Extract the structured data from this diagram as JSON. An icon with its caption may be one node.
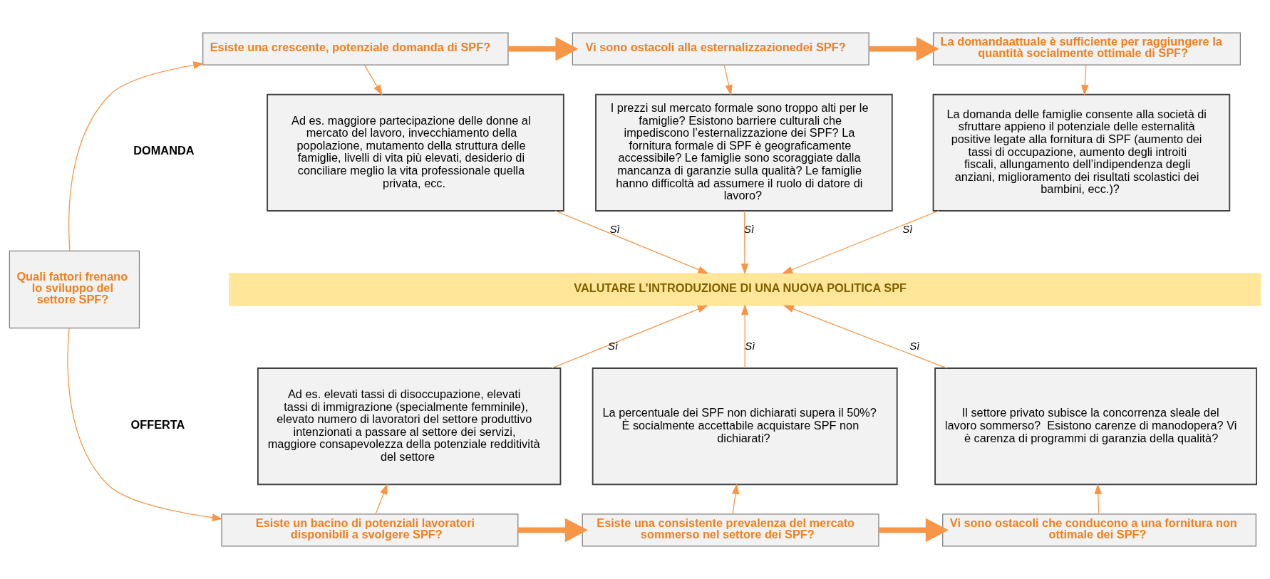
{
  "diagram": {
    "nodes": [
      {
        "text": [
          "Quali fattori frenano lo sviluppo del settore SPF?"
        ]
      },
      {
        "text": [
          "Esiste una crescente, potenziale domanda di SPF?"
        ]
      },
      {
        "text": [
          "Vi sono ostacoli alla esternalizzazionedei SPF?"
        ]
      },
      {
        "text": [
          "La domandaattuale è sufficiente per raggiungere la quantità socialmente ottimale di SPF?"
        ]
      },
      {
        "text": [
          "Ad es. maggiore partecipazione delle donne al mercato del lavoro, invecchiamento della popolazione, mutamento della struttura delle famiglie, livelli di vita più elevati, desiderio di conciliare meglio la vita professionale quella privata, ecc."
        ]
      },
      {
        "text": [
          "I prezzi sul mercato formale sono troppo alti per le famiglie? Esistono barriere culturali che impediscono l’esternalizzazione dei SPF? La fornitura formale di SPF è geograficamente accessibile? Le famiglie sono scoraggiate dalla mancanza di garanzie sulla qualità? Le famiglie hanno difficoltà ad assumere il ruolo di datore di lavoro?"
        ]
      },
      {
        "text": [
          "La domanda delle famiglie consente alla società di sfruttare appieno il potenziale delle esternalità positive legate alla fornitura di SPF (aumento dei tassi di occupazione, aumento degli introiti fiscali, allungamento dell’indipendenza degli anziani, miglioramento dei risultati scolastici dei bambini, ecc.)?"
        ]
      },
      {
        "text": [
          "VALUTARE L’INTRODUZIONE DI UNA NUOVA POLITICA SPF"
        ]
      },
      {
        "text": [
          "Ad es. elevati tassi di disoccupazione, elevati tassi di immigrazione (specialmente femminile), elevato numero di lavoratori del settore produttivo intenzionati a passare al settore dei servizi, maggiore consapevolezza della potenziale redditività del settore"
        ]
      },
      {
        "text": [
          "La percentuale dei SPF non dichiarati supera il 50%? È socialmente accettabile acquistare SPF non dichiarati?"
        ]
      },
      {
        "text": [
          "Il settore privato subisce la concorrenza sleale del lavoro sommerso?  Esistono carenze di manodopera? Vi è carenza di programmi di garanzia della qualità?"
        ]
      },
      {
        "text": [
          "Esiste un bacino di potenziali lavoratori disponibili a svolgere SPF?"
        ]
      },
      {
        "text": [
          "Esiste una consistente prevalenza del mercato sommerso nel settore dei SPF?"
        ]
      },
      {
        "text": [
          "Vi sono ostacoli che conducono a una fornitura non ottimale dei SPF?"
        ]
      }
    ],
    "edges": [
      {
        "from": 0,
        "to": 1,
        "arrow": "to"
      },
      {
        "from": 0,
        "to": 11,
        "arrow": "to"
      },
      {
        "from": 1,
        "to": 2,
        "arrow": "to",
        "style": "thick"
      },
      {
        "from": 2,
        "to": 3,
        "arrow": "to",
        "style": "thick"
      },
      {
        "from": 1,
        "to": 4,
        "arrow": "to"
      },
      {
        "from": 2,
        "to": 5,
        "arrow": "to"
      },
      {
        "from": 3,
        "to": 6,
        "arrow": "to"
      },
      {
        "from": 4,
        "to": 7,
        "arrow": "to",
        "label": "Sì"
      },
      {
        "from": 5,
        "to": 7,
        "arrow": "to",
        "label": "Sì"
      },
      {
        "from": 6,
        "to": 7,
        "arrow": "to",
        "label": "Sì"
      },
      {
        "from": 8,
        "to": 7,
        "arrow": "to",
        "label": "Sì"
      },
      {
        "from": 9,
        "to": 7,
        "arrow": "to",
        "label": "Sì"
      },
      {
        "from": 10,
        "to": 7,
        "arrow": "to",
        "label": "Sì"
      },
      {
        "from": 11,
        "to": 8,
        "arrow": "to"
      },
      {
        "from": 12,
        "to": 9,
        "arrow": "to"
      },
      {
        "from": 13,
        "to": 10,
        "arrow": "to"
      },
      {
        "from": 11,
        "to": 12,
        "arrow": "to",
        "style": "thick"
      },
      {
        "from": 12,
        "to": 13,
        "arrow": "to",
        "style": "thick"
      }
    ],
    "labels": [
      "DOMANDA",
      "OFFERTA"
    ]
  }
}
